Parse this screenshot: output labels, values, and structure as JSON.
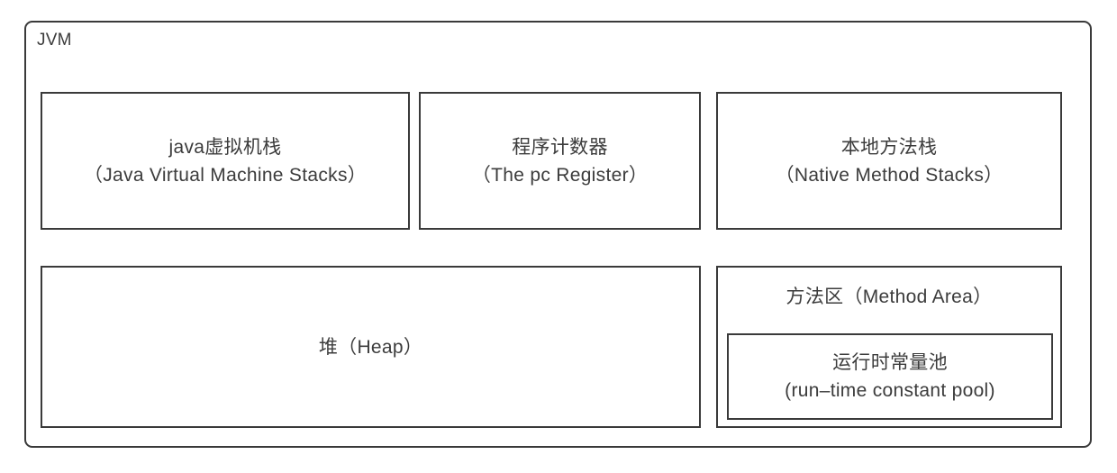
{
  "diagram": {
    "title": "JVM",
    "background_color": "#ffffff",
    "border_color": "#3a3a3a",
    "text_color": "#3c3c3c",
    "runtime_data_areas": {
      "top_row": [
        {
          "id": "jvm-stacks",
          "name_cn": "java虚拟机栈",
          "name_en": "（Java Virtual Machine Stacks）"
        },
        {
          "id": "pc-register",
          "name_cn": "程序计数器",
          "name_en": "（The pc Register）"
        },
        {
          "id": "native-method-stacks",
          "name_cn": "本地方法栈",
          "name_en": "（Native Method Stacks）"
        }
      ],
      "bottom_row": [
        {
          "id": "heap",
          "label": "堆（Heap）"
        },
        {
          "id": "method-area",
          "label": "方法区（Method Area）",
          "child": {
            "id": "constant-pool",
            "name_cn": "运行时常量池",
            "name_en": "(run–time constant pool)"
          }
        }
      ]
    }
  }
}
